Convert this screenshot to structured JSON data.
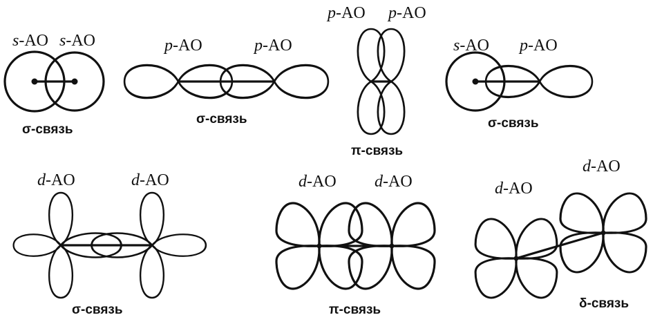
{
  "diagrams": [
    {
      "id": "s-s-sigma",
      "orbital_1": {
        "letter": "s",
        "suffix": "-AO"
      },
      "orbital_2": {
        "letter": "s",
        "suffix": "-AO"
      },
      "bond": "σ-связь"
    },
    {
      "id": "p-p-sigma",
      "orbital_1": {
        "letter": "p",
        "suffix": "-AO"
      },
      "orbital_2": {
        "letter": "p",
        "suffix": "-AO"
      },
      "bond": "σ-связь"
    },
    {
      "id": "p-p-pi",
      "orbital_1": {
        "letter": "p",
        "suffix": "-AO"
      },
      "orbital_2": {
        "letter": "p",
        "suffix": "-AO"
      },
      "bond": "π-связь"
    },
    {
      "id": "s-p-sigma",
      "orbital_1": {
        "letter": "s",
        "suffix": "-AO"
      },
      "orbital_2": {
        "letter": "p",
        "suffix": "-AO"
      },
      "bond": "σ-связь"
    },
    {
      "id": "d-d-sigma",
      "orbital_1": {
        "letter": "d",
        "suffix": "-AO"
      },
      "orbital_2": {
        "letter": "d",
        "suffix": "-AO"
      },
      "bond": "σ-связь"
    },
    {
      "id": "d-d-pi",
      "orbital_1": {
        "letter": "d",
        "suffix": "-AO"
      },
      "orbital_2": {
        "letter": "d",
        "suffix": "-AO"
      },
      "bond": "π-связь"
    },
    {
      "id": "d-d-delta",
      "orbital_1": {
        "letter": "d",
        "suffix": "-AO"
      },
      "orbital_2": {
        "letter": "d",
        "suffix": "-AO"
      },
      "bond": "δ-связь"
    }
  ]
}
